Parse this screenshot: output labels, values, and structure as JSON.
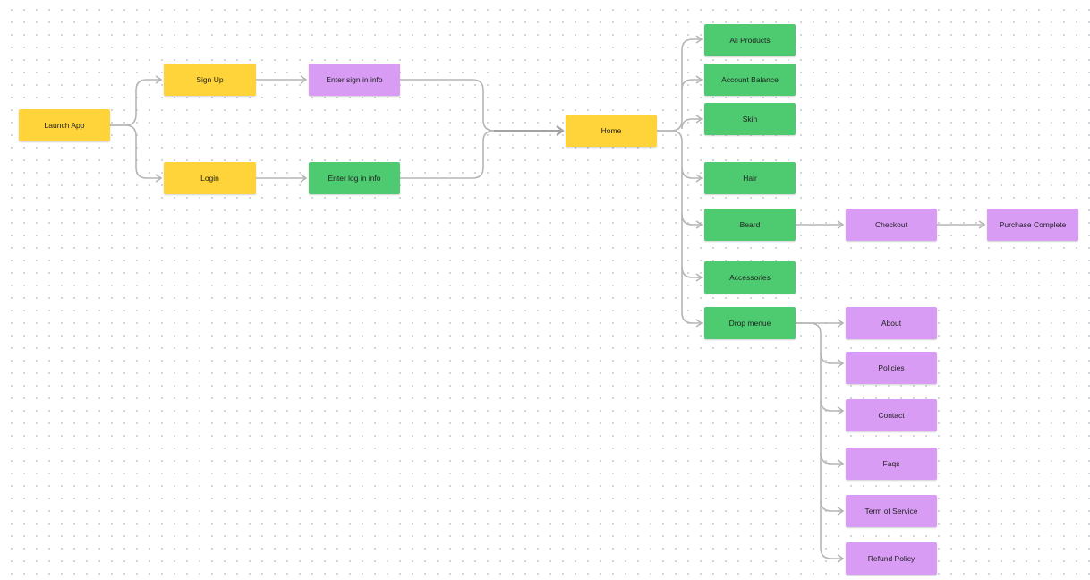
{
  "colors": {
    "start_node": "#ffd43b",
    "screen_node": "#4ecb71",
    "subpage_node": "#d89cf5",
    "connector": "#b5b5b5",
    "canvas_dot": "#cfd3d6"
  },
  "nodes": {
    "launch_app": "Launch App",
    "sign_up": "Sign Up",
    "login": "Login",
    "enter_sign_in_info": "Enter sign in info",
    "enter_log_in_info": "Enter log in info",
    "home": "Home",
    "all_products": "All Products",
    "account_balance": "Account Balance",
    "skin": "Skin",
    "hair": "Hair",
    "beard": "Beard",
    "accessories": "Accessories",
    "drop_menue": "Drop menue",
    "checkout": "Checkout",
    "purchase_complete": "Purchase Complete",
    "about": "About",
    "policies": "Policies",
    "contact": "Contact",
    "faqs": "Faqs",
    "term_of_service": "Term of Service",
    "refund_policy": "Refund Policy"
  }
}
